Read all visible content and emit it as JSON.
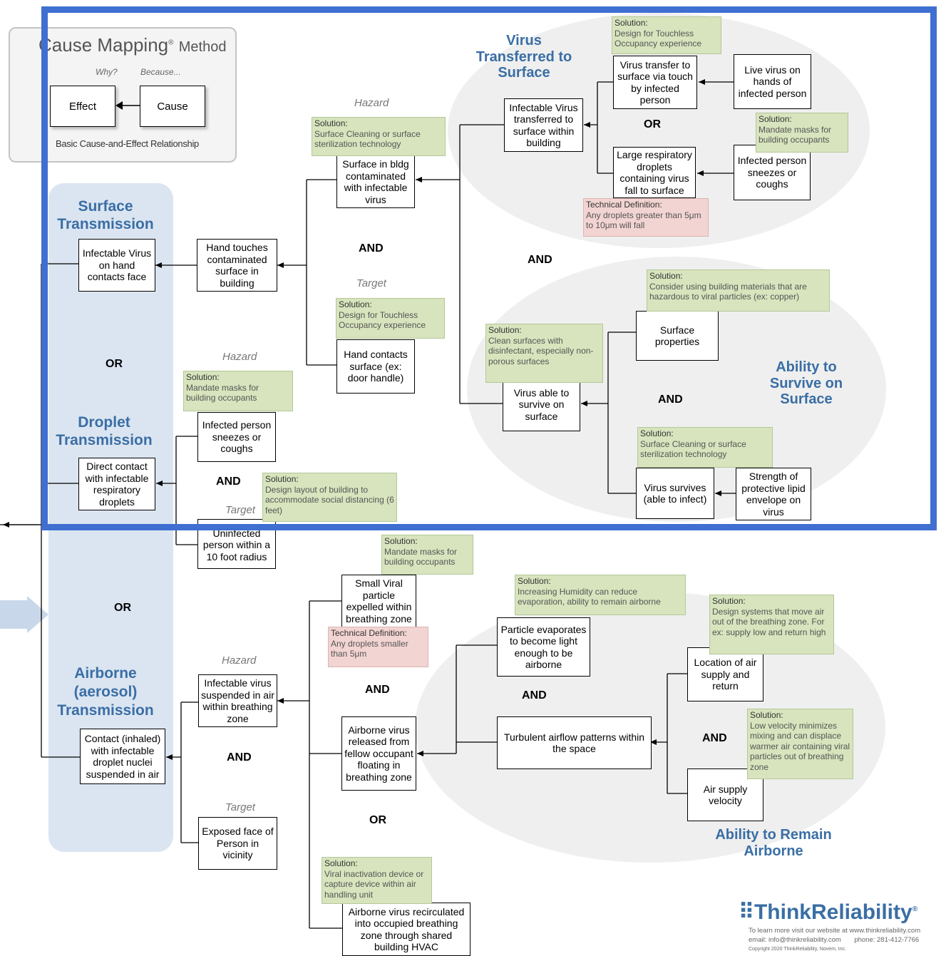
{
  "legend": {
    "title": "Cause Mapping",
    "reg": "®",
    "method": "Method",
    "why": "Why?",
    "because": "Because...",
    "effect": "Effect",
    "cause": "Cause",
    "caption": "Basic Cause-and-Effect Relationship"
  },
  "titles": {
    "surface_transmission": "Surface Transmission",
    "droplet_transmission": "Droplet Transmission",
    "airborne_transmission": "Airborne (aerosol) Transmission",
    "virus_transferred": "Virus Transferred to Surface",
    "ability_survive": "Ability to Survive on Surface",
    "ability_airborne": "Ability to Remain Airborne"
  },
  "connectors": {
    "or1": "OR",
    "or2": "OR",
    "or3": "OR",
    "or4": "OR",
    "and_surface": "AND",
    "and_big": "AND",
    "and_survive": "AND",
    "and_droplet": "AND",
    "and_airborne": "AND",
    "and_aero": "AND",
    "and_evap": "AND",
    "and_loc": "AND"
  },
  "labels": {
    "hazard": "Hazard",
    "target": "Target"
  },
  "boxes": {
    "infectable_hand": "Infectable Virus on hand contacts face",
    "hand_touches": "Hand touches contaminated surface in building",
    "surface_bldg": "Surface in bldg contaminated with infectable virus",
    "hand_contacts": "Hand contacts surface (ex: door handle)",
    "infectable_transferred": "Infectable Virus transferred to surface within building",
    "transfer_touch": "Virus transfer to surface via touch by infected person",
    "live_virus": "Live virus on hands of infected person",
    "large_droplets": "Large respiratory droplets containing virus fall to surface",
    "infected_sneezes_top": "Infected person sneezes or coughs",
    "surface_properties": "Surface properties",
    "virus_able": "Virus able to survive on surface",
    "virus_survives": "Virus survives (able to infect)",
    "lipid": "Strength of protective lipid envelope on virus",
    "direct_contact": "Direct contact with infectable respiratory droplets",
    "infected_sneezes": "Infected person sneezes or coughs",
    "uninfected": "Uninfected person within a 10 foot radius",
    "small_particle": "Small Viral particle expelled within breathing zone",
    "particle_evap": "Particle evaporates to become light enough to be airborne",
    "infectable_suspended": "Infectable virus suspended in air within breathing zone",
    "airborne_released": "Airborne virus released from fellow occupant floating in breathing zone",
    "turbulent": "Turbulent airflow patterns within the space",
    "location_air": "Location of air supply and return",
    "air_supply_velocity": "Air supply velocity",
    "contact_inhaled": "Contact (inhaled) with infectable droplet nuclei suspended in air",
    "exposed_face": "Exposed face of Person in vicinity",
    "recirculated": "Airborne virus recirculated into occupied breathing zone through shared building HVAC"
  },
  "solutions": {
    "heading": "Solution:",
    "touchless_top": "Design for Touchless Occupancy experience",
    "cleaning_top": "Surface Cleaning or surface sterilization technology",
    "masks_top": "Mandate masks for building occupants",
    "touchless_mid": "Design for Touchless Occupancy experience",
    "materials": "Consider using building materials that are hazardous to viral particles (ex: copper)",
    "clean_disinfect": "Clean surfaces with disinfectant, especially non-porous surfaces",
    "masks_mid": "Mandate masks for building occupants",
    "cleaning_mid": "Surface Cleaning or surface sterilization technology",
    "layout": "Design layout of building to accommodate social distancing (6 feet)",
    "masks_low": "Mandate masks for building occupants",
    "humidity": "Increasing Humidity can reduce evaporation, ability to remain airborne",
    "design_systems": "Design systems that move air out of the breathing zone. For ex: supply low and return high",
    "low_velocity": "Low velocity minimizes mixing and can displace warmer air containing viral particles out of breathing zone",
    "inactivation": "Viral inactivation device or capture device within air handling unit"
  },
  "technical": {
    "heading": "Technical Definition:",
    "droplets": "Any droplets greater than 5μm to 10μm will fall",
    "smaller": "Any droplets smaller than 5μm"
  },
  "branding": {
    "logo_think": "Think",
    "logo_reliability": "Reliability",
    "reg": "®",
    "footer1": "To learn more visit our website at www.thinkreliability.com",
    "footer2": "email: info@thinkreliability.com       phone: 281-412-7766",
    "copyright": "Copyright 2020 ThinkReliability, Novem, Inc."
  }
}
